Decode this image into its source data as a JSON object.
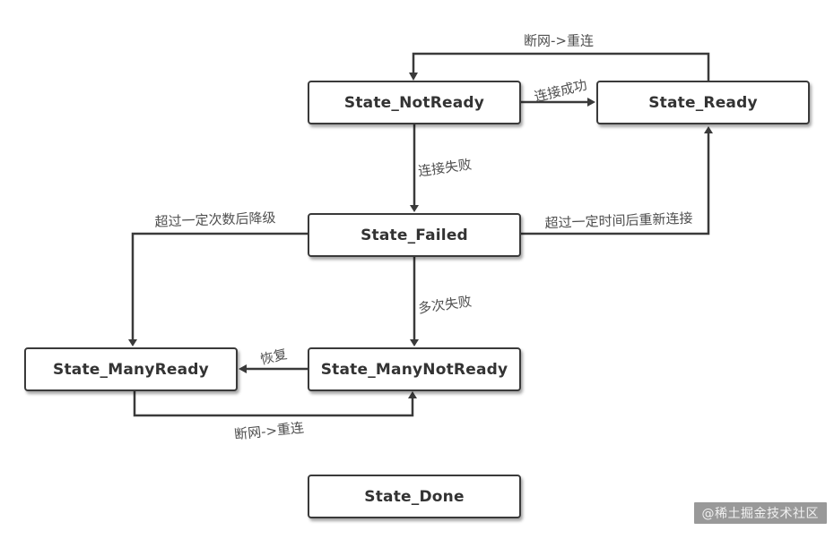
{
  "diagram": {
    "type": "state-machine",
    "nodes": [
      {
        "id": "not_ready",
        "label": "State_NotReady"
      },
      {
        "id": "ready",
        "label": "State_Ready"
      },
      {
        "id": "failed",
        "label": "State_Failed"
      },
      {
        "id": "many_ready",
        "label": "State_ManyReady"
      },
      {
        "id": "many_not_ready",
        "label": "State_ManyNotReady"
      },
      {
        "id": "done",
        "label": "State_Done"
      }
    ],
    "edges": [
      {
        "from": "ready",
        "to": "not_ready",
        "label": "断网->重连"
      },
      {
        "from": "not_ready",
        "to": "ready",
        "label": "连接成功"
      },
      {
        "from": "not_ready",
        "to": "failed",
        "label": "连接失败"
      },
      {
        "from": "failed",
        "to": "ready",
        "label": "超过一定时间后重新连接"
      },
      {
        "from": "failed",
        "to": "many_ready",
        "label": "超过一定次数后降级"
      },
      {
        "from": "failed",
        "to": "many_not_ready",
        "label": "多次失败"
      },
      {
        "from": "many_not_ready",
        "to": "many_ready",
        "label": "恢复"
      },
      {
        "from": "many_ready",
        "to": "many_not_ready",
        "label": "断网->重连"
      }
    ]
  },
  "watermark": {
    "text": "@稀土掘金技术社区"
  },
  "colors": {
    "background": "#ffffff",
    "line": "#3a3a3a",
    "box_border": "#3a3a3a",
    "box_fill": "#ffffff",
    "box_text": "#333333",
    "edge_label_text": "#3f3f3f",
    "watermark_bg": "rgba(70,70,70,0.55)",
    "watermark_text": "#f1f1f1"
  }
}
